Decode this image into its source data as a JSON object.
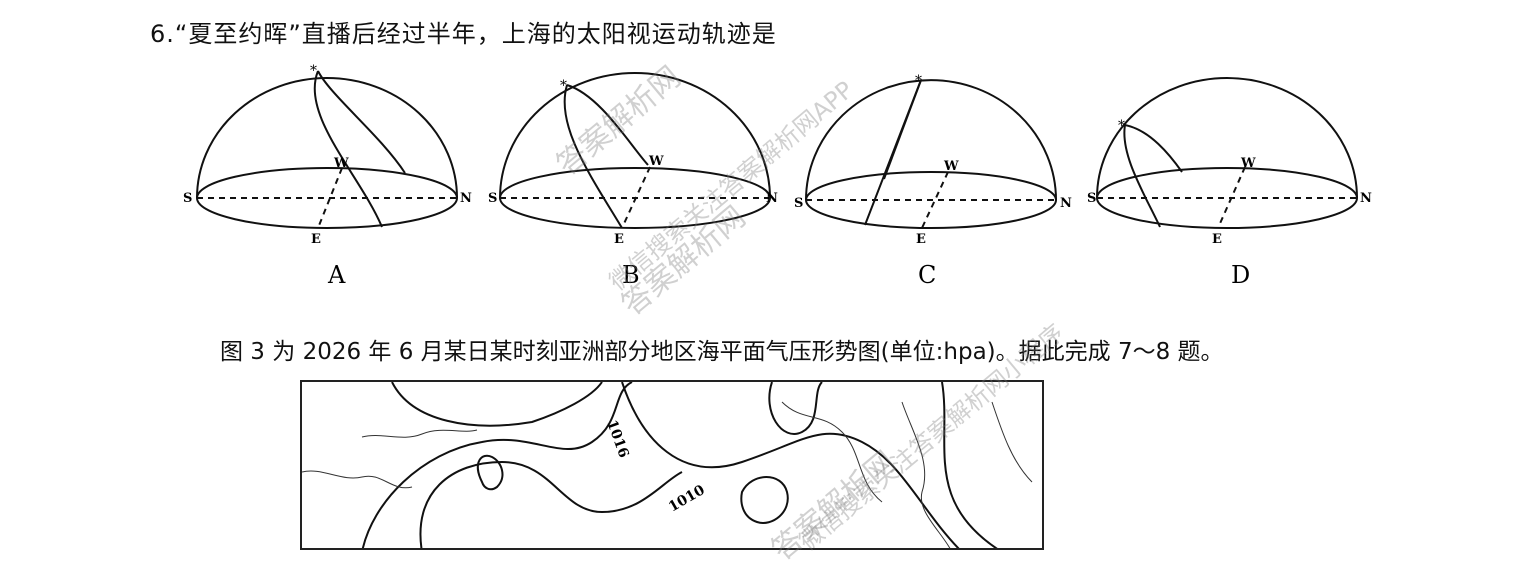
{
  "question6": {
    "text": "6.“夏至约晖”直播后经过半年，上海的太阳视运动轨迹是"
  },
  "diagrams": [
    {
      "label": "A",
      "s": "S",
      "n": "N",
      "w": "W",
      "e": "E",
      "star": "*"
    },
    {
      "label": "B",
      "s": "S",
      "n": "N",
      "w": "W",
      "e": "E",
      "star": "*"
    },
    {
      "label": "C",
      "s": "S",
      "n": "N",
      "w": "W",
      "e": "E",
      "star": "*"
    },
    {
      "label": "D",
      "s": "S",
      "n": "N",
      "w": "W",
      "e": "E",
      "star": "*"
    }
  ],
  "intro": {
    "text": "图 3 为 2026 年 6 月某日某时刻亚洲部分地区海平面气压形势图(单位:hpa)。据此完成 7～8 题。"
  },
  "map": {
    "isobar_labels": [
      "1016",
      "1010"
    ]
  },
  "watermarks": [
    "答案解析网",
    "微信搜索关注答案解析网APP",
    "答案解析网",
    "微信搜索关注答案解析网小程序",
    "答案解析网"
  ]
}
